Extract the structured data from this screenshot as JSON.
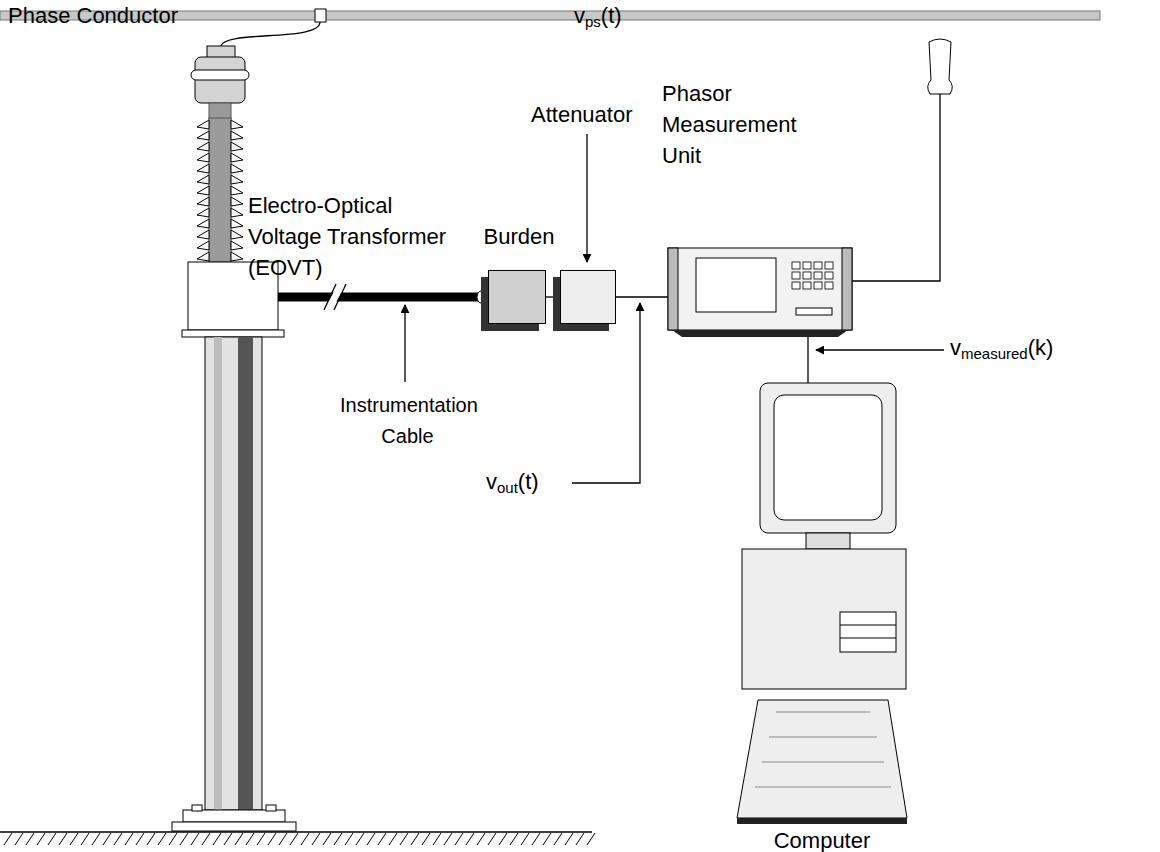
{
  "diagram": {
    "nodes": [
      {
        "text": [
          "Electro-Optical Voltage Transformer (EOVT)"
        ]
      },
      {
        "text": [
          "Burden"
        ]
      },
      {
        "text": [
          "Attenuator"
        ]
      },
      {
        "text": [
          "Phasor Measurement Unit"
        ]
      },
      {
        "text": [
          "Computer"
        ]
      }
    ],
    "edges": [
      {
        "from": 0,
        "to": 1,
        "arrow": "none"
      },
      {
        "from": 1,
        "to": 2,
        "arrow": "none"
      },
      {
        "from": 2,
        "to": 3,
        "arrow": "none"
      },
      {
        "from": 3,
        "to": 4,
        "arrow": "none"
      }
    ],
    "labels": [
      "Phase Conductor",
      "vps(t)",
      "Instrumentation Cable",
      "vout(t)",
      "vmeasured(k)"
    ]
  }
}
